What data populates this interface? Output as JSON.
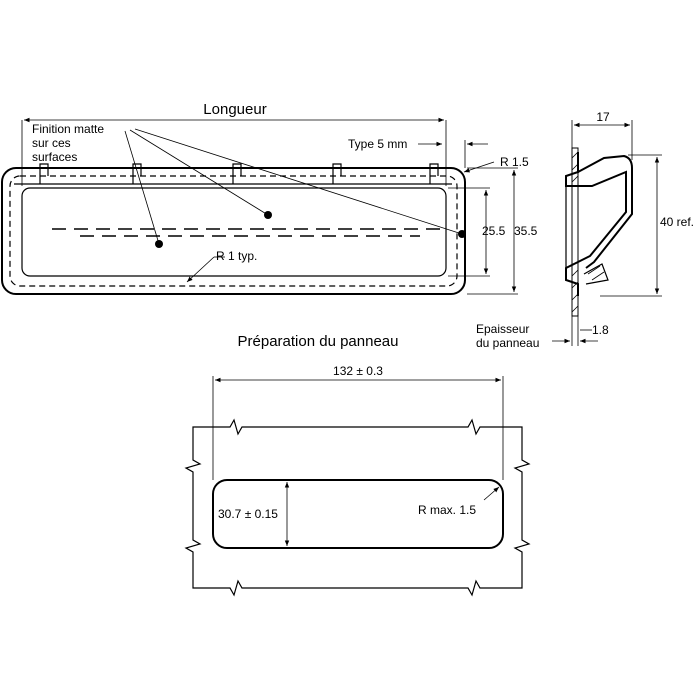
{
  "top_view": {
    "length_label": "Longueur",
    "finish_note_line1": "Finition matte",
    "finish_note_line2": "sur ces",
    "finish_note_line3": "surfaces",
    "type_label": "Type 5 mm",
    "radius_outer": "R 1.5",
    "dim_inner_height": "25.5",
    "dim_outer_height": "35.5",
    "radius_inner": "R 1 typ."
  },
  "side_view": {
    "dim_width": "17",
    "dim_height": "40 ref.",
    "thickness_label_line1": "Epaisseur",
    "thickness_label_line2": "du panneau",
    "dim_thickness": "1.8"
  },
  "panel_preparation": {
    "title": "Préparation du panneau",
    "dim_width": "132 ± 0.3",
    "dim_height": "30.7 ± 0.15",
    "radius_max": "R max. 1.5"
  }
}
